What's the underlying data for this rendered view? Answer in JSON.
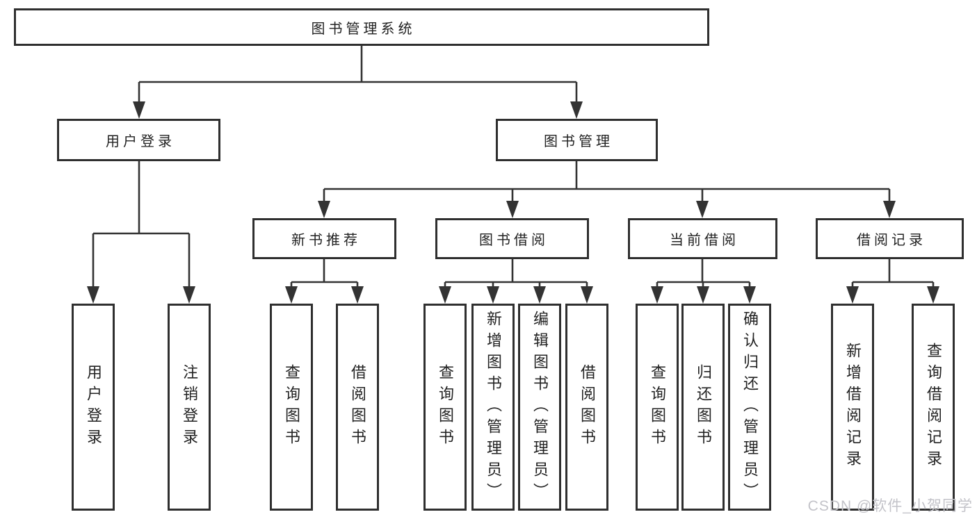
{
  "diagram": {
    "tree": {
      "label": "图书管理系统",
      "children": [
        {
          "label": "用户登录",
          "children": [
            {
              "label": "用户登录"
            },
            {
              "label": "注销登录"
            }
          ]
        },
        {
          "label": "图书管理",
          "children": [
            {
              "label": "新书推荐",
              "children": [
                {
                  "label": "查询图书"
                },
                {
                  "label": "借阅图书"
                }
              ]
            },
            {
              "label": "图书借阅",
              "children": [
                {
                  "label": "查询图书"
                },
                {
                  "label": "新增图书（管理员）"
                },
                {
                  "label": "编辑图书（管理员）"
                },
                {
                  "label": "借阅图书"
                }
              ]
            },
            {
              "label": "当前借阅",
              "children": [
                {
                  "label": "查询图书"
                },
                {
                  "label": "归还图书"
                },
                {
                  "label": "确认归还（管理员）"
                }
              ]
            },
            {
              "label": "借阅记录",
              "children": [
                {
                  "label": "新增借阅记录"
                },
                {
                  "label": "查询借阅记录"
                }
              ]
            }
          ]
        }
      ]
    }
  },
  "watermark": {
    "text": "CSDN @软件_小贺同学"
  },
  "colors": {
    "line": "#333333",
    "box_border": "#2f2f2f",
    "text": "#222222",
    "background": "#ffffff",
    "watermark": "#c3c3c9"
  }
}
